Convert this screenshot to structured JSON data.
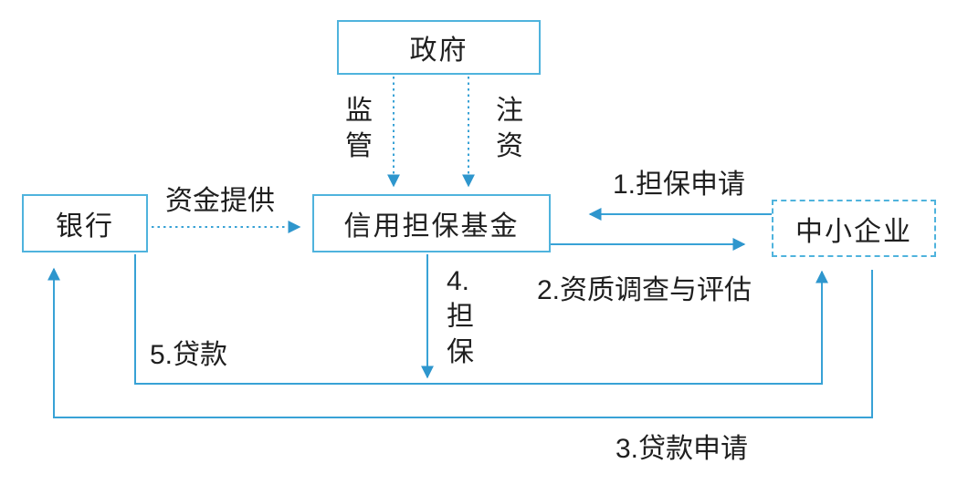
{
  "diagram": {
    "type": "flowchart",
    "nodes": {
      "government": {
        "label": "政府"
      },
      "bank": {
        "label": "银行"
      },
      "fund": {
        "label": "信用担保基金"
      },
      "sme": {
        "label": "中小企业"
      }
    },
    "edges": {
      "supervision": {
        "from": "government",
        "to": "fund",
        "style": "dashed",
        "label": "监\n管"
      },
      "capital_injection": {
        "from": "government",
        "to": "fund",
        "style": "dashed",
        "label": "注\n资"
      },
      "funding": {
        "from": "bank",
        "to": "fund",
        "style": "dashed",
        "label": "资金提供"
      },
      "step1": {
        "from": "sme",
        "to": "fund",
        "style": "solid",
        "label": "1.担保申请"
      },
      "step2": {
        "from": "fund",
        "to": "sme",
        "style": "solid",
        "label": "2.资质调查与评估"
      },
      "step3": {
        "from": "sme",
        "to": "bank",
        "style": "solid",
        "label": "3.贷款申请"
      },
      "step4": {
        "from": "fund",
        "to": "loan-line",
        "style": "solid",
        "label": "4.\n担\n保"
      },
      "step5": {
        "from": "bank",
        "to": "sme",
        "style": "solid",
        "label": "5.贷款"
      }
    },
    "colors": {
      "line": "#38a2d6",
      "arrowhead": "#2e96cd",
      "box_border": "#4fb3dd",
      "text": "#1f1f1f",
      "background": "#ffffff"
    }
  }
}
